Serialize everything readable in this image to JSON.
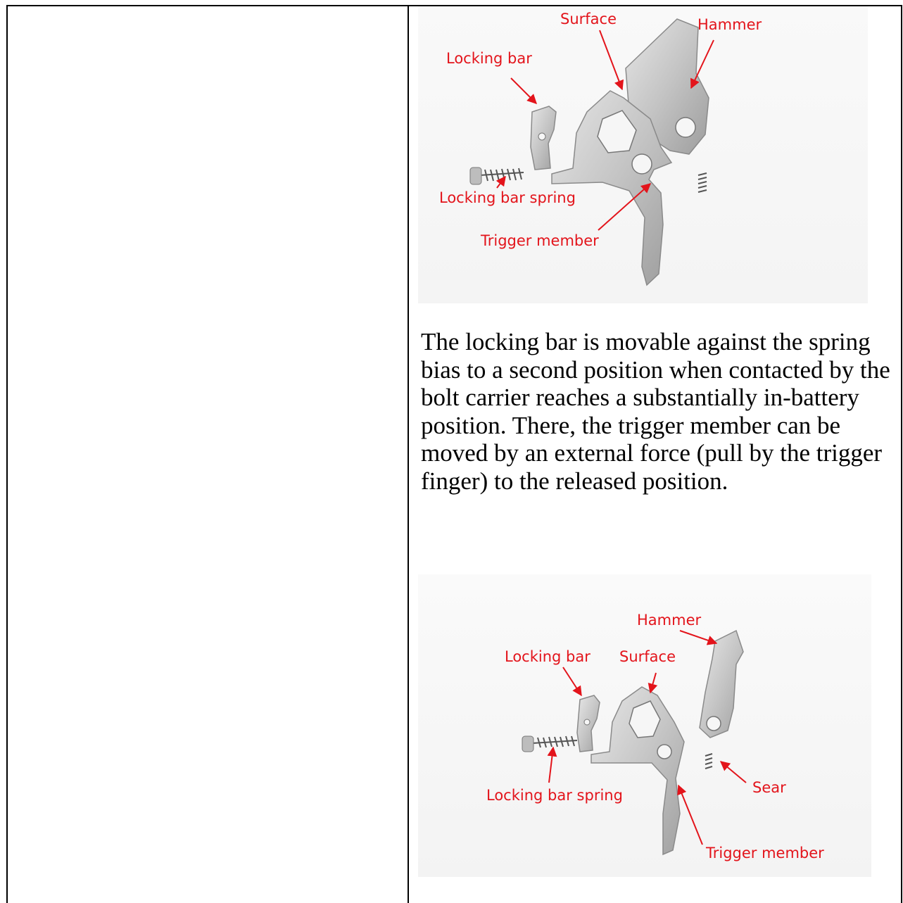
{
  "figure_top": {
    "labels": {
      "surface": "Surface",
      "hammer": "Hammer",
      "locking_bar": "Locking bar",
      "locking_bar_spring": "Locking bar spring",
      "trigger_member": "Trigger member"
    }
  },
  "paragraph": "The locking bar is movable against the spring bias to a second position when contacted by the bolt carrier reaches a substantially in-battery position. There, the trigger member can be moved by an external force (pull by the trigger finger) to the released position.",
  "figure_bottom": {
    "labels": {
      "hammer": "Hammer",
      "locking_bar": "Locking bar",
      "surface": "Surface",
      "locking_bar_spring": "Locking bar spring",
      "sear": "Sear",
      "trigger_member": "Trigger member"
    }
  },
  "colors": {
    "callout_red": "#e3141b",
    "metal": "#c9c9c9",
    "border": "#000000"
  }
}
